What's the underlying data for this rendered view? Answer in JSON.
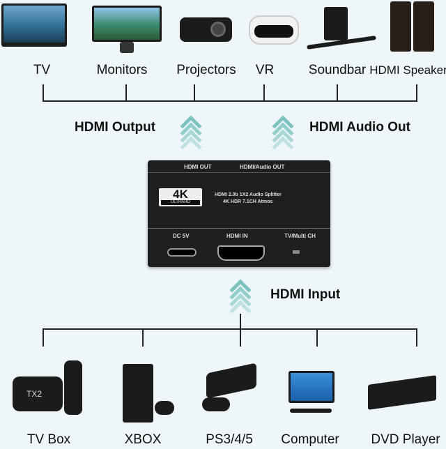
{
  "outputs": [
    "TV",
    "Monitors",
    "Projectors",
    "VR",
    "Soundbar",
    "HDMI Speaker"
  ],
  "output_labels": {
    "hdmi_output": "HDMI Output",
    "hdmi_audio_out": "HDMI Audio Out"
  },
  "input_label": "HDMI Input",
  "inputs": [
    "TV Box",
    "XBOX",
    "PS3/4/5",
    "Computer",
    "DVD Player"
  ],
  "device": {
    "top_port_1": "HDMI OUT",
    "top_port_2": "HDMI/Audio OUT",
    "badge_4k": "4K",
    "badge_ultrahd": "ULTRAHD",
    "line1": "HDMI 2.0b  1X2 Audio Splitter",
    "line2": "4K HDR 7.1CH Atmos",
    "port_dc": "DC 5V",
    "port_hdmi_in": "HDMI IN",
    "port_switch": "TV/Multi CH"
  },
  "tv_box_brand": "TX2",
  "colors": {
    "background": "#eef6f9",
    "arrow": "#7cc3bf"
  }
}
